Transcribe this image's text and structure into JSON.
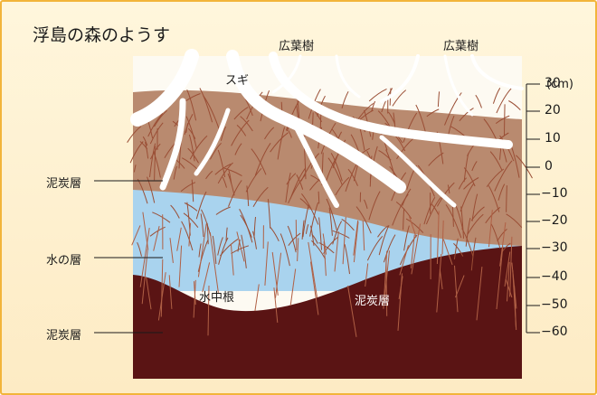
{
  "title": "浮島の森のようす",
  "trees": {
    "left": "広葉樹",
    "right": "広葉樹",
    "sugi": "スギ"
  },
  "layers": {
    "peat_top": "泥炭層",
    "water": "水の層",
    "peat_bottom": "泥炭層"
  },
  "inline_labels": {
    "water_roots": "水中根",
    "peat": "泥炭層"
  },
  "scale": {
    "unit": "(cm)",
    "ticks": [
      "30",
      "20",
      "10",
      "0",
      "−10",
      "−20",
      "−30",
      "−40",
      "−50",
      "−60"
    ]
  },
  "colors": {
    "frame_border": "#f2b43a",
    "background": "#fdebc4",
    "peat": "#5a1414",
    "water": "#a9d3ee",
    "roots": "#ffffff",
    "fine_roots": "#9a4e35"
  }
}
